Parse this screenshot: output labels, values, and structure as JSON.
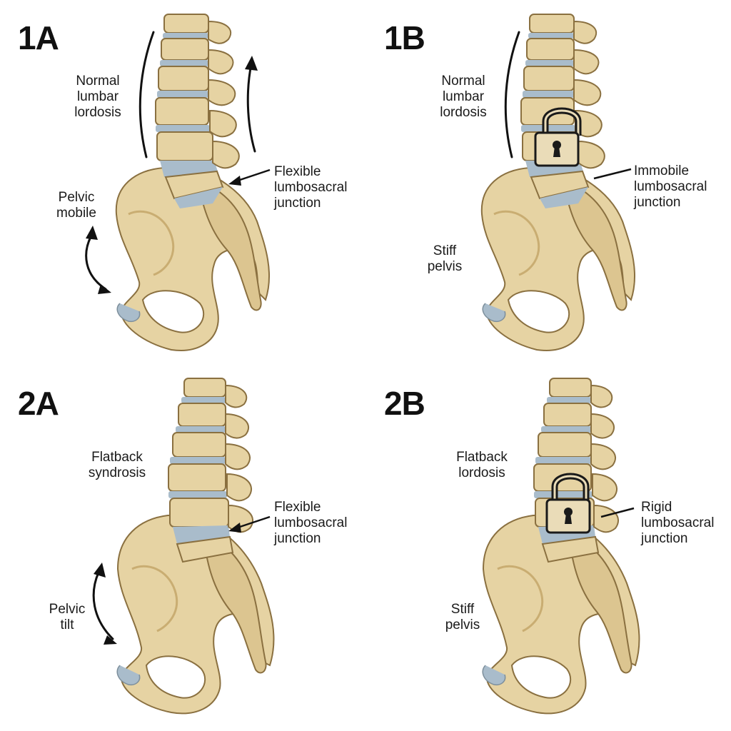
{
  "panels": [
    {
      "id": "1A",
      "label": "1A",
      "lordosis": [
        "Normal",
        "lumbar",
        "lordosis"
      ],
      "junction": [
        "Flexible",
        "lumbosacral",
        "junction"
      ],
      "pelvis": [
        "Pelvic",
        "mobile"
      ]
    },
    {
      "id": "1B",
      "label": "1B",
      "lordosis": [
        "Normal",
        "lumbar",
        "lordosis"
      ],
      "junction": [
        "Immobile",
        "lumbosacral",
        "junction"
      ],
      "pelvis": [
        "Stiff",
        "pelvis"
      ]
    },
    {
      "id": "2A",
      "label": "2A",
      "lordosis": [
        "Flatback",
        "syndrosis"
      ],
      "junction": [
        "Flexible",
        "lumbosacral",
        "junction"
      ],
      "pelvis": [
        "Pelvic",
        "tilt"
      ]
    },
    {
      "id": "2B",
      "label": "2B",
      "lordosis": [
        "Flatback",
        "lordosis"
      ],
      "junction": [
        "Rigid",
        "lumbosacral",
        "junction"
      ],
      "pelvis": [
        "Stiff",
        "pelvis"
      ]
    }
  ],
  "colors": {
    "bone": "#e6d3a3",
    "bone_shade": "#c9ad72",
    "bone_outline": "#8a7040",
    "disc": "#a9bccb",
    "ink": "#111111",
    "lock_body": "#eadcb8"
  },
  "icons": {
    "lock": "padlock-icon"
  }
}
